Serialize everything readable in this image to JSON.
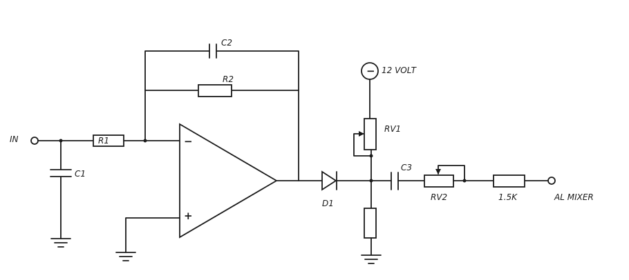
{
  "colors": {
    "ink": "#1a1a1a",
    "background": "#ffffff"
  },
  "labels": {
    "input": "IN",
    "r1": "R1",
    "c1": "C1",
    "c2": "C2",
    "r2": "R2",
    "opamp_minus": "−",
    "opamp_plus": "+",
    "d1": "D1",
    "supply_symbol": "−",
    "supply": "12 VOLT",
    "rv1": "RV1",
    "c3": "C3",
    "rv2": "RV2",
    "r_out": "1.5K",
    "output": "AL MIXER"
  }
}
